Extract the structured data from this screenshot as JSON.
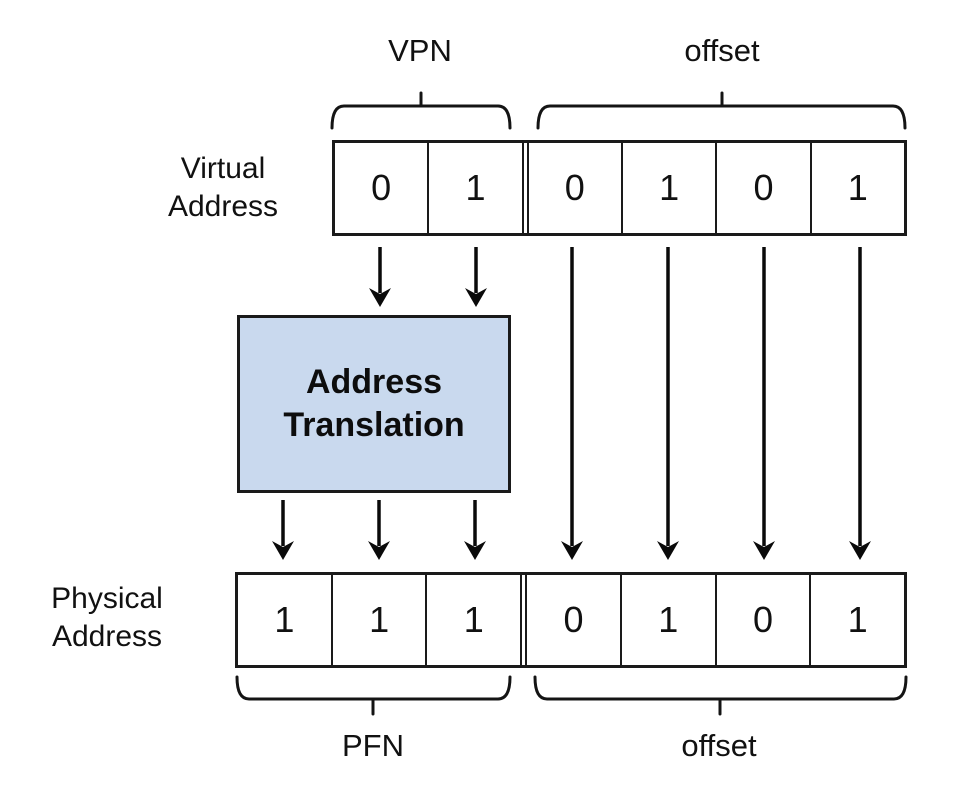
{
  "diagram": {
    "top_labels": {
      "vpn": "VPN",
      "offset": "offset"
    },
    "bottom_labels": {
      "pfn": "PFN",
      "offset": "offset"
    },
    "virtual_address": {
      "label_line1": "Virtual",
      "label_line2": "Address",
      "bits": [
        "0",
        "1",
        "0",
        "1",
        "0",
        "1"
      ],
      "vpn_bit_count": 2,
      "offset_bit_count": 4
    },
    "physical_address": {
      "label_line1": "Physical",
      "label_line2": "Address",
      "bits": [
        "1",
        "1",
        "1",
        "0",
        "1",
        "0",
        "1"
      ],
      "pfn_bit_count": 3,
      "offset_bit_count": 4
    },
    "translation_box": {
      "label_line1": "Address",
      "label_line2": "Translation"
    },
    "colors": {
      "background": "#ffffff",
      "line": "#141414",
      "translation_box_fill": "#c9d9ee",
      "text": "#111111"
    }
  }
}
